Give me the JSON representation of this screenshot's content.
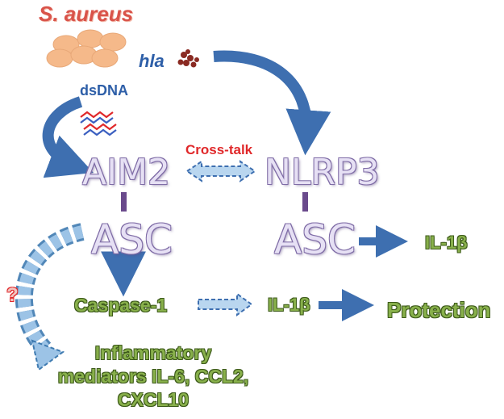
{
  "labels": {
    "organism": "S. aureus",
    "hla": "hla",
    "dsdna": "dsDNA",
    "crosstalk": "Cross-talk",
    "aim2": "AIM2",
    "nlrp3": "NLRP3",
    "asc_left": "ASC",
    "asc_right": "ASC",
    "il1b_right": "IL-1β",
    "caspase": "Caspase-1",
    "il1b_mid": "IL-1β",
    "protection": "Protection",
    "inflammatory": "Inflammatory mediators IL-6, CCL2, CXCL10",
    "question": "?"
  },
  "colors": {
    "arrow_blue": "#3e6fb0",
    "arrow_light": "#9cc3e6",
    "text_green": "#88b04b",
    "text_purple_fill": "#e6e0f4",
    "text_purple_outline": "#7f6ca6",
    "bacteria": "#f5b98a",
    "hla_dots": "#8a2a22",
    "title_red": "#d9534a",
    "connector": "#6a4a8c"
  }
}
